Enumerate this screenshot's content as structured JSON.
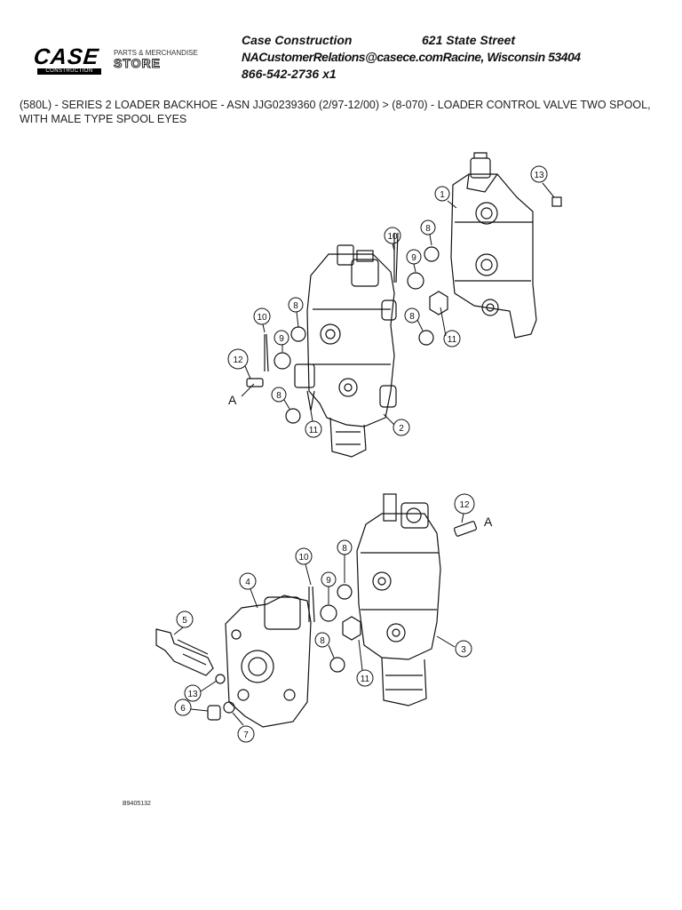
{
  "header": {
    "logo": {
      "brand": "CASE",
      "sub": "CONSTRUCTION",
      "store_line1": "PARTS & MERCHANDISE",
      "store_line2": "STORE"
    },
    "contact": {
      "company": "Case Construction",
      "street": "621 State Street",
      "email": "NACustomerRelations@casece.com",
      "city": "Racine, Wisconsin 53404",
      "phone": "866-542-2736 x1"
    }
  },
  "breadcrumb": "(580L) - SERIES 2 LOADER BACKHOE - ASN JJG0239360 (2/97-12/00) > (8-070) - LOADER CONTROL VALVE TWO SPOOL, WITH MALE TYPE SPOOL EYES",
  "diagram": {
    "figure_code": "B9405132",
    "view_marker": "A",
    "upper_callouts": [
      "13",
      "1",
      "10",
      "8",
      "9",
      "8",
      "11",
      "10",
      "8",
      "9",
      "12",
      "8",
      "11",
      "2"
    ],
    "lower_callouts": [
      "12",
      "8",
      "10",
      "9",
      "4",
      "8",
      "5",
      "11",
      "3",
      "13",
      "6",
      "7"
    ]
  }
}
